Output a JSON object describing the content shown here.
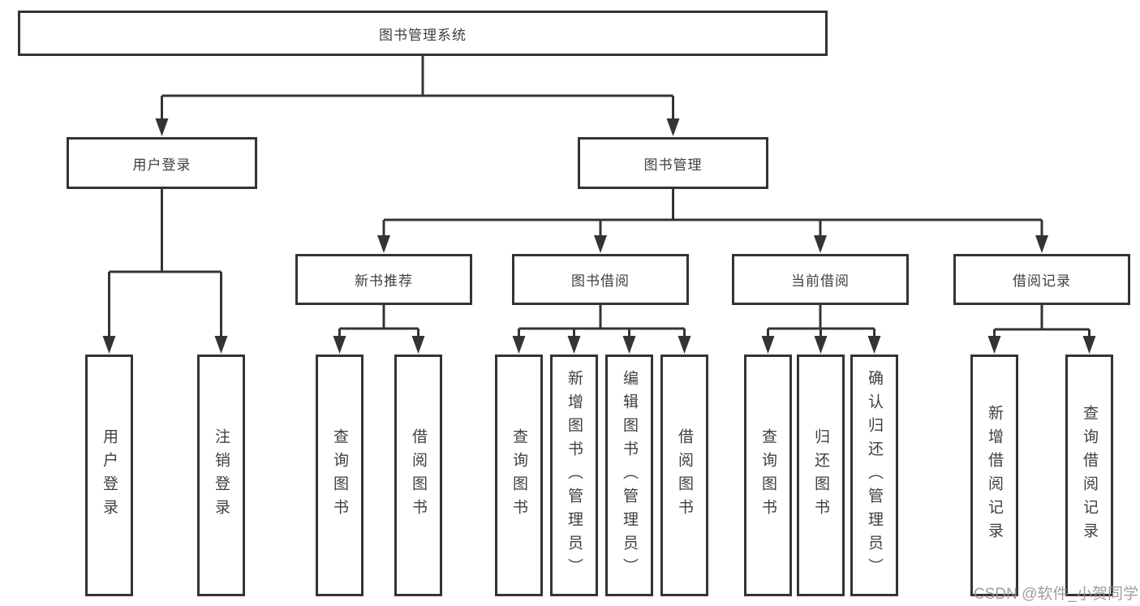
{
  "diagram": {
    "nodes": {
      "root": "图书管理系统",
      "user_login": "用户登录",
      "book_mgmt": "图书管理",
      "new_book": "新书推荐",
      "book_borrow": "图书借阅",
      "current_borrow": "当前借阅",
      "borrow_record": "借阅记录",
      "leaf_user_login": "用户登录",
      "leaf_logout": "注销登录",
      "leaf_nb_query": "查询图书",
      "leaf_nb_borrow": "借阅图书",
      "leaf_bb_query": "查询图书",
      "leaf_bb_add": "新增图书（管理员）",
      "leaf_bb_edit": "编辑图书（管理员）",
      "leaf_bb_borrow": "借阅图书",
      "leaf_cb_query": "查询图书",
      "leaf_cb_return": "归还图书",
      "leaf_cb_confirm": "确认归还（管理员）",
      "leaf_br_add": "新增借阅记录",
      "leaf_br_query": "查询借阅记录"
    }
  },
  "watermark": "CSDN @软件_小贺同学",
  "colors": {
    "line": "#343434",
    "text": "#3f3f3f",
    "watermark": "#949494",
    "background": "#ffffff"
  }
}
